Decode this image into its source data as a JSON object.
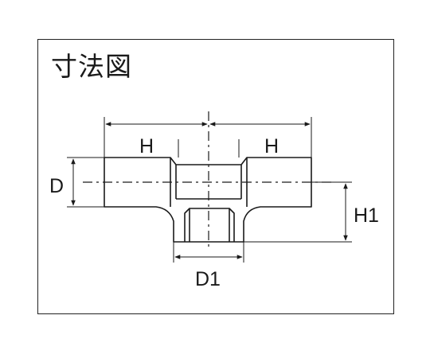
{
  "title": "寸法図",
  "dimensions": {
    "h_left": "H",
    "h_right": "H",
    "d": "D",
    "d1": "D1",
    "h1": "H1"
  },
  "colors": {
    "outline": "#1a1a1a",
    "frame": "#222222",
    "background": "#ffffff"
  }
}
